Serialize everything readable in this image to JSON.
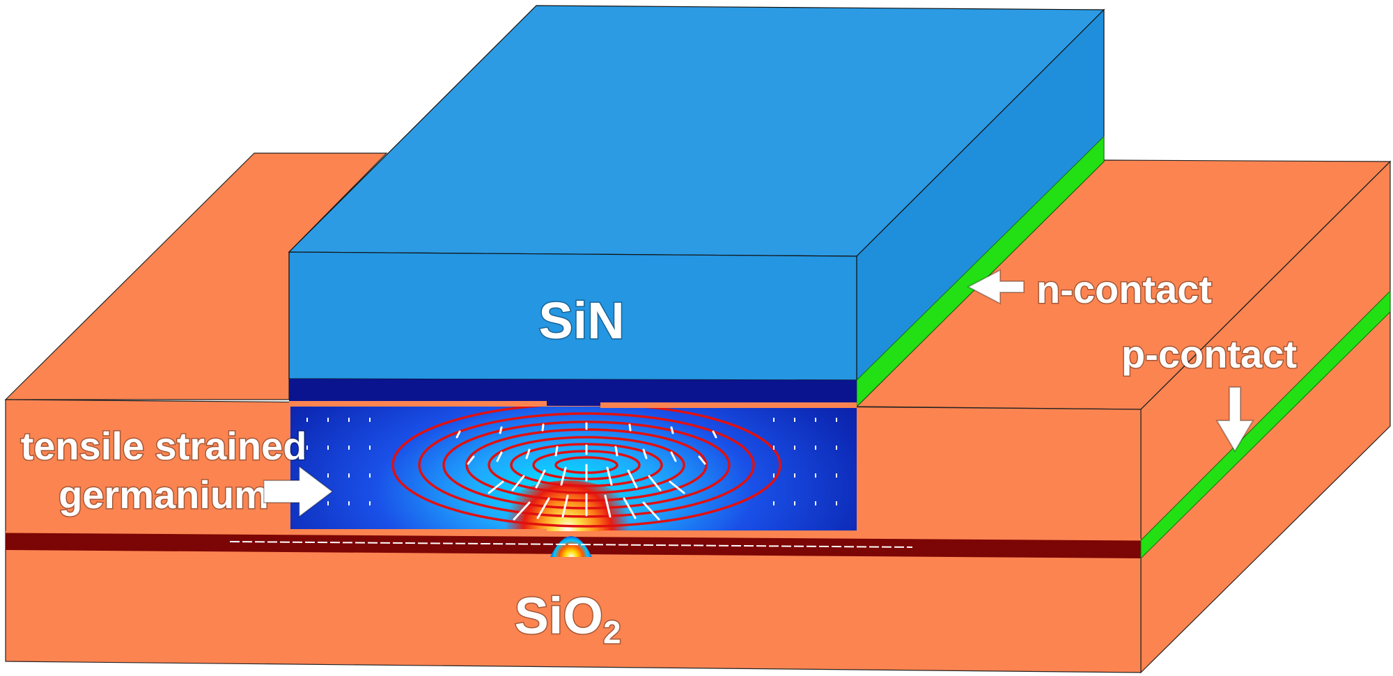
{
  "labels": {
    "sin": "SiN",
    "sio2_base": "SiO",
    "sio2_subscript": "2",
    "n_contact": "n-contact",
    "p_contact": "p-contact",
    "germanium_line1": "tensile strained",
    "germanium_line2": "germanium"
  },
  "colors": {
    "oxide": "#fb8451",
    "oxide_dark": "#e06c3c",
    "sin_top": "#2c9be4",
    "sin_front": "#2496e2",
    "sin_side": "#1f8fdc",
    "contact_green": "#22e014",
    "buried_layer": "#7c0505",
    "germanium_field": "#0c1aa8",
    "contour_red": "#e01010",
    "arrow": "#ffffff"
  },
  "icons": {
    "n_contact_arrow": "arrow-left-icon",
    "p_contact_arrow": "arrow-down-icon",
    "germanium_arrow": "arrow-right-icon"
  }
}
